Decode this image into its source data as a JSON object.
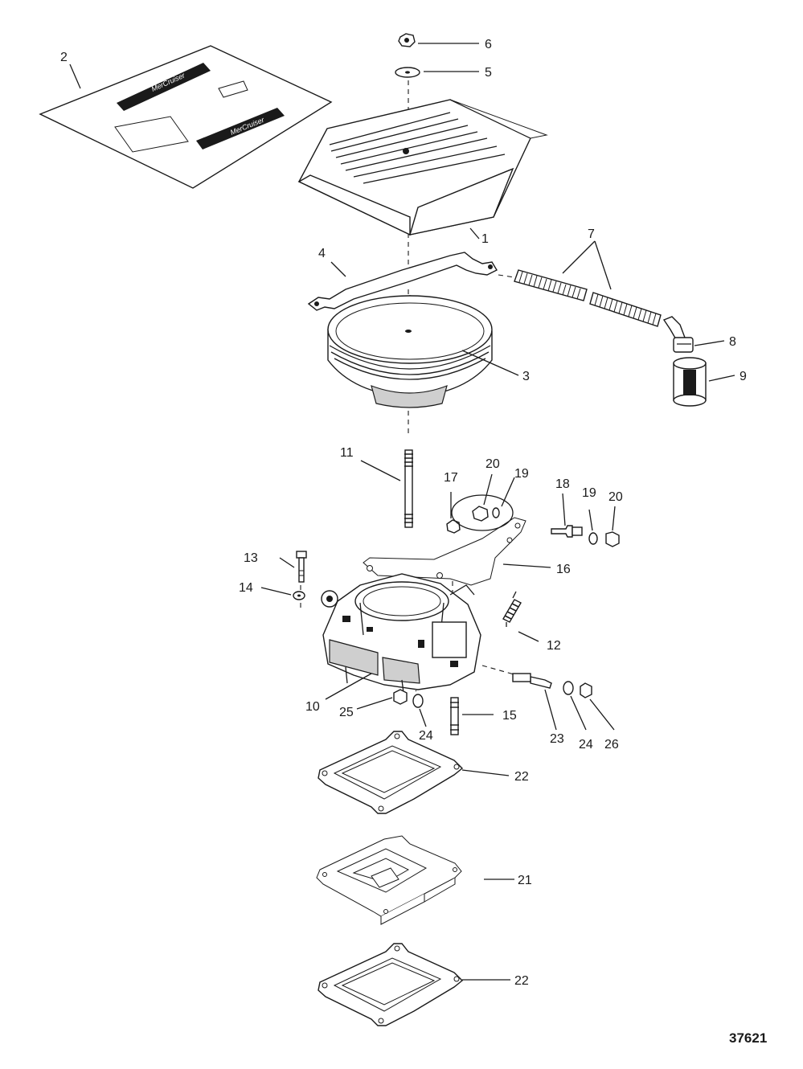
{
  "figure_number": "37621",
  "decal_text": "MerCruiser",
  "callouts": [
    {
      "id": "c1",
      "label": "1"
    },
    {
      "id": "c2",
      "label": "2"
    },
    {
      "id": "c3",
      "label": "3"
    },
    {
      "id": "c4",
      "label": "4"
    },
    {
      "id": "c5",
      "label": "5"
    },
    {
      "id": "c6",
      "label": "6"
    },
    {
      "id": "c7",
      "label": "7"
    },
    {
      "id": "c8",
      "label": "8"
    },
    {
      "id": "c9",
      "label": "9"
    },
    {
      "id": "c10",
      "label": "10"
    },
    {
      "id": "c11",
      "label": "11"
    },
    {
      "id": "c12",
      "label": "12"
    },
    {
      "id": "c13",
      "label": "13"
    },
    {
      "id": "c14",
      "label": "14"
    },
    {
      "id": "c15",
      "label": "15"
    },
    {
      "id": "c16",
      "label": "16"
    },
    {
      "id": "c17",
      "label": "17"
    },
    {
      "id": "c18",
      "label": "18"
    },
    {
      "id": "c19a",
      "label": "19"
    },
    {
      "id": "c19b",
      "label": "19"
    },
    {
      "id": "c20a",
      "label": "20"
    },
    {
      "id": "c20b",
      "label": "20"
    },
    {
      "id": "c21",
      "label": "21"
    },
    {
      "id": "c22a",
      "label": "22"
    },
    {
      "id": "c22b",
      "label": "22"
    },
    {
      "id": "c23",
      "label": "23"
    },
    {
      "id": "c24a",
      "label": "24"
    },
    {
      "id": "c24b",
      "label": "24"
    },
    {
      "id": "c25",
      "label": "25"
    },
    {
      "id": "c26",
      "label": "26"
    }
  ]
}
